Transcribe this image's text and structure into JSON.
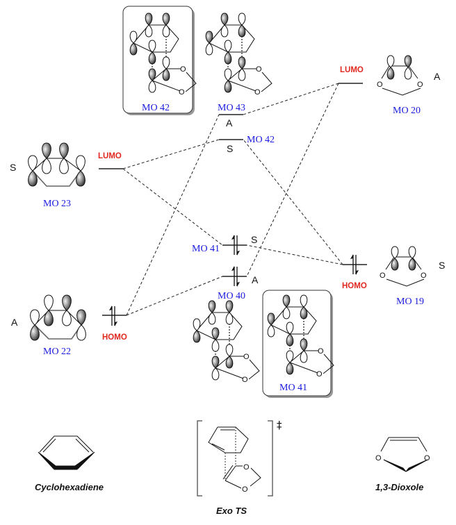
{
  "diagram": {
    "type": "orbital-correlation-diagram",
    "left_fragment": {
      "name": "Cyclohexadiene",
      "lumo": {
        "mo": "MO 23",
        "symmetry": "S",
        "tag": "LUMO"
      },
      "homo": {
        "mo": "MO 22",
        "symmetry": "A",
        "tag": "HOMO"
      }
    },
    "right_fragment": {
      "name": "1,3-Dioxole",
      "lumo": {
        "mo": "MO 20",
        "symmetry": "A",
        "tag": "LUMO"
      },
      "homo": {
        "mo": "MO 19",
        "symmetry": "S",
        "tag": "HOMO"
      }
    },
    "transition_state": {
      "name": "Exo TS",
      "dagger": "‡",
      "levels": [
        {
          "mo": "MO 43",
          "symmetry": "A"
        },
        {
          "mo": "MO 42",
          "symmetry": "S"
        },
        {
          "mo": "MO 41",
          "symmetry": "S"
        },
        {
          "mo": "MO 40",
          "symmetry": "A"
        }
      ],
      "pictured_orbitals": [
        {
          "mo": "MO 42",
          "boxed": true
        },
        {
          "mo": "MO 43",
          "boxed": false
        },
        {
          "mo": "MO 40",
          "boxed": false
        },
        {
          "mo": "MO 41",
          "boxed": true
        }
      ]
    },
    "atom_label": "O"
  }
}
